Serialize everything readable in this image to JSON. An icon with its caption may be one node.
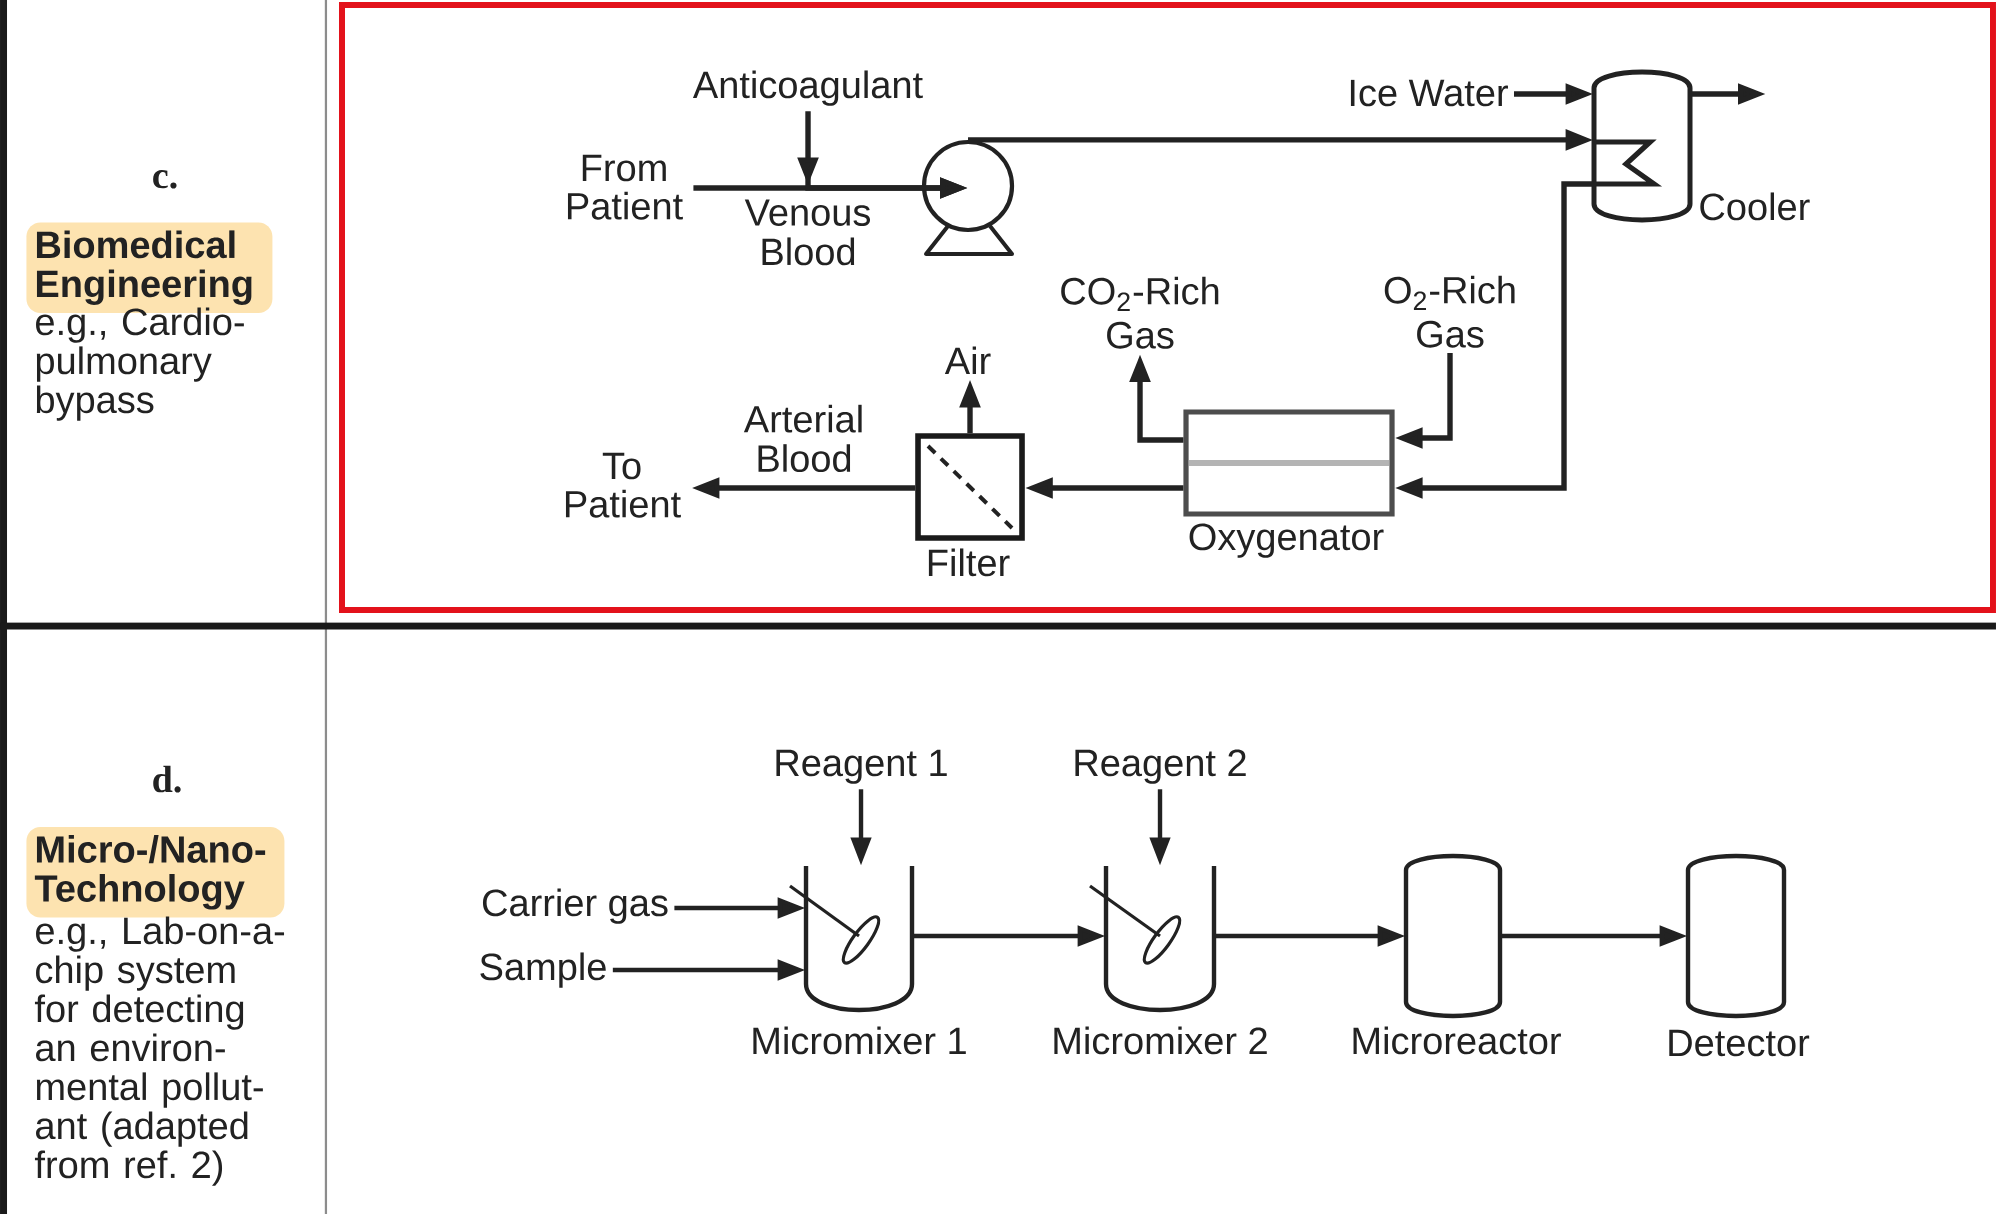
{
  "diagram": {
    "nodes": [
      {
        "text": [
          "Anticoagulant"
        ]
      },
      {
        "text": [
          "Ice Water"
        ]
      },
      {
        "text": [
          "From Patient"
        ]
      },
      {
        "text": [],
        "shape": "circle"
      },
      {
        "text": [],
        "shape": "cylinder",
        "beside": [
          "Cooler"
        ]
      },
      {
        "text": [
          "CO$_{2}$-Rich Gas"
        ]
      },
      {
        "text": [
          "O$_{2}$-Rich Gas"
        ]
      },
      {
        "text": [
          "Air"
        ]
      },
      {
        "text": [
          "To Patient"
        ]
      },
      {
        "text": [],
        "shape": "box",
        "beside": [
          "Filter"
        ]
      },
      {
        "text": [],
        "shape": "box",
        "beside": [
          "Oxygenator"
        ]
      },
      {
        "text": [
          "Reagent 1"
        ]
      },
      {
        "text": [
          "Reagent 2"
        ]
      },
      {
        "text": [
          "Carrier gas"
        ]
      },
      {
        "text": [
          "Sample"
        ]
      },
      {
        "text": [],
        "shape": "picture",
        "beside": [
          "Micromixer 1"
        ]
      },
      {
        "text": [],
        "shape": "picture",
        "beside": [
          "Micromixer 2"
        ]
      },
      {
        "text": [],
        "shape": "cylinder",
        "beside": [
          "Microreactor"
        ]
      },
      {
        "text": [],
        "shape": "cylinder",
        "beside": [
          "Detector"
        ]
      }
    ],
    "edges": [
      {
        "from": 2,
        "to": 3,
        "arrow": "to",
        "label": "Venous Blood"
      },
      {
        "from": 0,
        "to": 3,
        "arrow": "to"
      },
      {
        "from": 3,
        "to": 4,
        "arrow": "to"
      },
      {
        "from": 1,
        "to": 4,
        "arrow": "to"
      },
      {
        "from": 4,
        "to": null,
        "arrow": "to"
      },
      {
        "from": 4,
        "to": 10,
        "arrow": "to"
      },
      {
        "from": 6,
        "to": 10,
        "arrow": "to"
      },
      {
        "from": 10,
        "to": 5,
        "arrow": "to"
      },
      {
        "from": 10,
        "to": 9,
        "arrow": "to"
      },
      {
        "from": 9,
        "to": 7,
        "arrow": "to"
      },
      {
        "from": 9,
        "to": 8,
        "arrow": "to",
        "label": "Arterial Blood"
      },
      {
        "from": 11,
        "to": 15,
        "arrow": "to"
      },
      {
        "from": 13,
        "to": 15,
        "arrow": "to"
      },
      {
        "from": 14,
        "to": 15,
        "arrow": "to"
      },
      {
        "from": 15,
        "to": 16,
        "arrow": "to"
      },
      {
        "from": 12,
        "to": 16,
        "arrow": "to"
      },
      {
        "from": 16,
        "to": 17,
        "arrow": "to"
      },
      {
        "from": 17,
        "to": 18,
        "arrow": "to"
      }
    ],
    "labels": [
      "c.",
      "Biomedical Engineering",
      "e.g., Cardio- pulmonary bypass",
      "d.",
      "Micro-/Nano- Technology",
      "e.g., Lab-on-a- chip system for detecting an environ- mental pollut- ant (adapted from ref. 2)"
    ]
  }
}
